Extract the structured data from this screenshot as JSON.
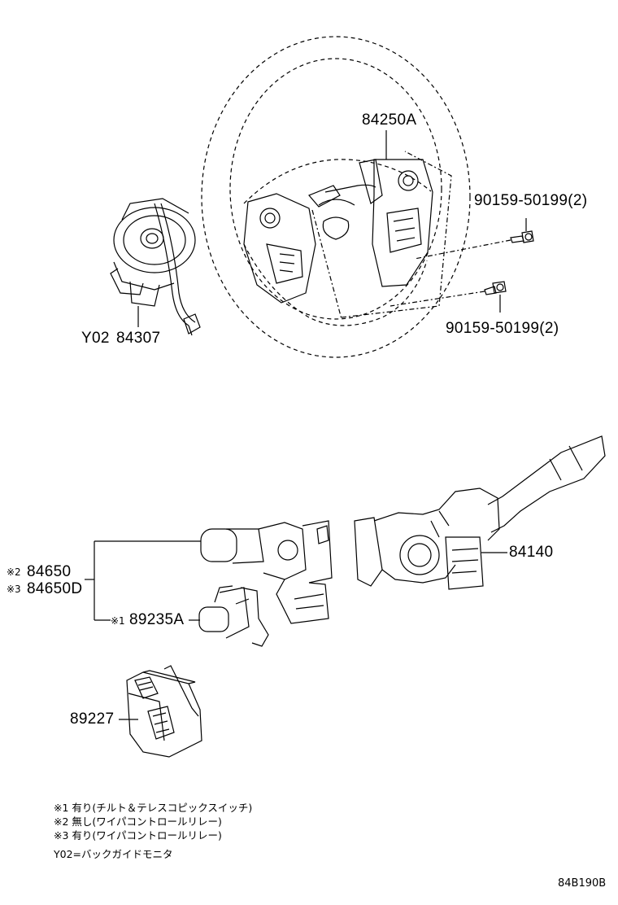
{
  "parts": {
    "steering_pad": "84250A",
    "screw_upper": "90159-50199(2)",
    "screw_lower": "90159-50199(2)",
    "spiral_cable_prefix": "Y02",
    "spiral_cable": "84307",
    "wiper_switch": "84650",
    "wiper_switch_alt": "84650D",
    "turn_signal_switch": "84140",
    "tilt_switch": "89235A",
    "relay_module": "89227"
  },
  "marks": {
    "m1": "※1",
    "m2": "※2",
    "m3": "※3"
  },
  "notes": [
    "※1 有り(チルト＆テレスコピックスイッチ)",
    "※2 無し(ワイパコントロールリレー)",
    "※3 有り(ワイパコントロールリレー)",
    "Y02=バックガイドモニタ"
  ],
  "figure_code": "84B190B"
}
